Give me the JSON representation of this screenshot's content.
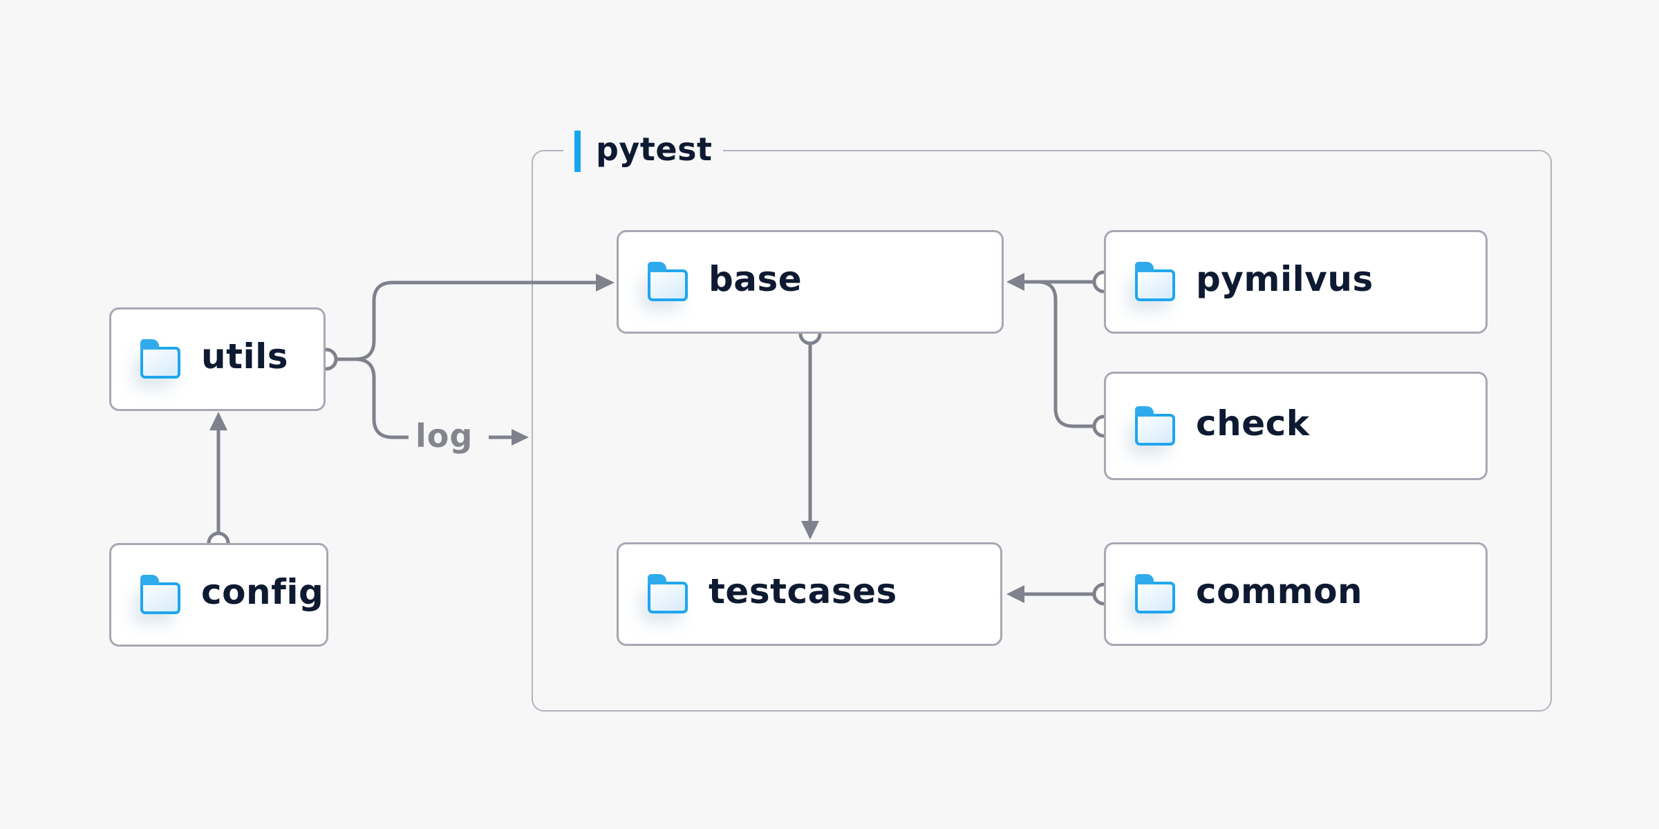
{
  "diagram": {
    "container": {
      "label": "pytest",
      "children": [
        "base",
        "pymilvus",
        "check",
        "testcases",
        "common"
      ]
    },
    "nodes": {
      "utils": {
        "label": "utils",
        "icon": "folder"
      },
      "config": {
        "label": "config",
        "icon": "folder"
      },
      "base": {
        "label": "base",
        "icon": "folder"
      },
      "pymilvus": {
        "label": "pymilvus",
        "icon": "folder"
      },
      "check": {
        "label": "check",
        "icon": "folder"
      },
      "testcases": {
        "label": "testcases",
        "icon": "folder"
      },
      "common": {
        "label": "common",
        "icon": "folder"
      }
    },
    "edge_label": "log",
    "edges": [
      {
        "from": "config",
        "to": "utils",
        "style": "circle-port-to-arrow"
      },
      {
        "from": "utils",
        "to": "base",
        "style": "circle-port-to-arrow"
      },
      {
        "from": "utils",
        "to": "log",
        "style": "fork-branch-annotation"
      },
      {
        "from": "pymilvus",
        "to": "base",
        "style": "circle-port-to-arrow"
      },
      {
        "from": "check",
        "to": "base",
        "style": "joins-pymilvus-line"
      },
      {
        "from": "base",
        "to": "testcases",
        "style": "circle-port-to-arrow"
      },
      {
        "from": "common",
        "to": "testcases",
        "style": "circle-port-to-arrow"
      }
    ],
    "colors": {
      "background": "#f7f7f8",
      "node_fill": "#ffffff",
      "node_border": "#a6a8b3",
      "container_border": "#b2b3be",
      "connector": "#7f828c",
      "label_text": "#0e1a31",
      "edge_label_text": "#84868f",
      "accent_blue": "#14a7f0",
      "folder_blue": "#1fa6ec"
    }
  }
}
